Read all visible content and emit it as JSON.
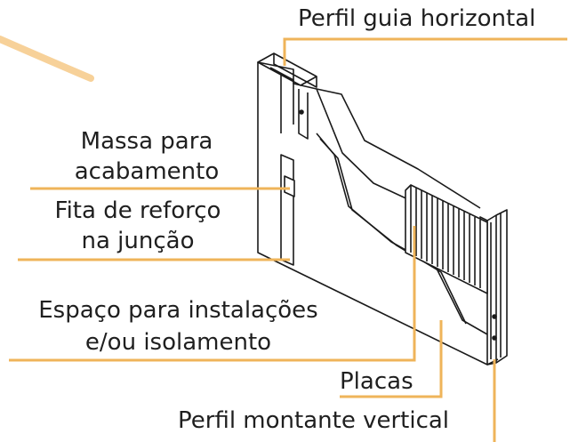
{
  "diagram": {
    "labels": {
      "perfil_guia": "Perfil guia horizontal",
      "massa_line1": "Massa para",
      "massa_line2": "acabamento",
      "fita_line1": "Fita de reforço",
      "fita_line2": "na junção",
      "espaco_line1": "Espaço para instalações",
      "espaco_line2": "e/ou isolamento",
      "placas": "Placas",
      "perfil_montante": "Perfil montante vertical"
    },
    "colors": {
      "leader": "#EFB45A",
      "arc": "#F7D199",
      "stroke": "#1a1a1a",
      "text": "#1f1f1f"
    }
  }
}
